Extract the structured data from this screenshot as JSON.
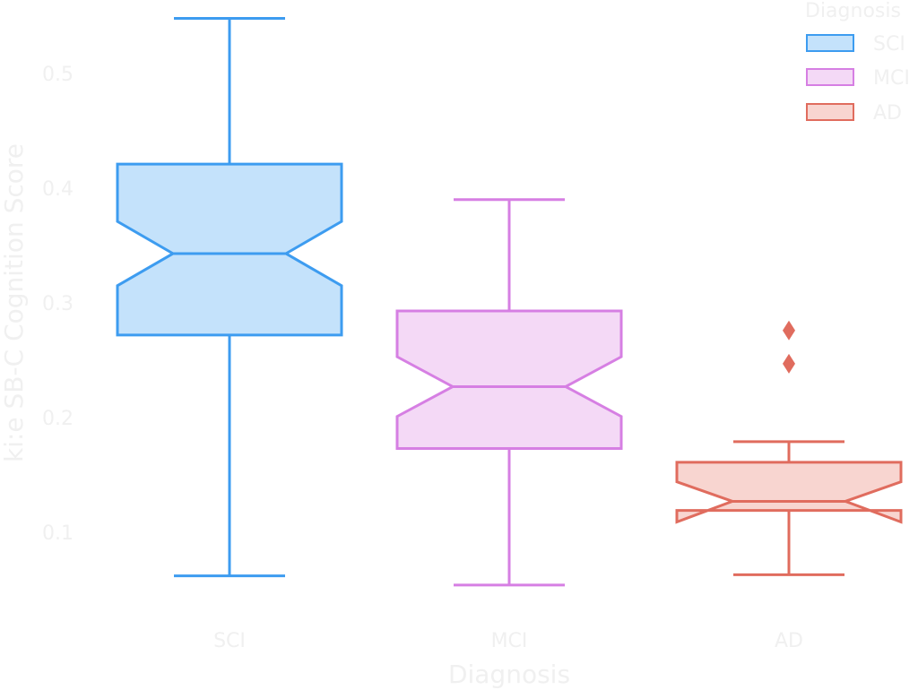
{
  "chart_data": {
    "type": "box",
    "notched": true,
    "xlabel": "Diagnosis",
    "ylabel": "ki:e SB-C Cognition Score",
    "ylim": [
      0.02,
      0.565
    ],
    "yticks": [
      0.1,
      0.2,
      0.3,
      0.4,
      0.5
    ],
    "ytick_labels": [
      "0.1",
      "0.2",
      "0.3",
      "0.4",
      "0.5"
    ],
    "categories": [
      "SCI",
      "MCI",
      "AD"
    ],
    "grid": false,
    "legend": {
      "title": "Diagnosis",
      "placement": "top-right"
    },
    "series": [
      {
        "name": "SCI",
        "color": "#3d9cf0",
        "fill": "#c4e2fb",
        "whisker_low": 0.062,
        "q1": 0.272,
        "median": 0.343,
        "q3": 0.421,
        "whisker_high": 0.548,
        "notch_low": 0.315,
        "notch_high": 0.371,
        "outliers": []
      },
      {
        "name": "MCI",
        "color": "#d67fe3",
        "fill": "#f4d9f6",
        "whisker_low": 0.054,
        "q1": 0.173,
        "median": 0.227,
        "q3": 0.293,
        "whisker_high": 0.39,
        "notch_low": 0.201,
        "notch_high": 0.253,
        "outliers": []
      },
      {
        "name": "AD",
        "color": "#e06c5e",
        "fill": "#f8d5d0",
        "whisker_low": 0.063,
        "q1": 0.119,
        "median": 0.127,
        "q3": 0.161,
        "whisker_high": 0.179,
        "notch_low": 0.109,
        "notch_high": 0.144,
        "outliers": [
          0.247,
          0.276
        ]
      }
    ]
  }
}
